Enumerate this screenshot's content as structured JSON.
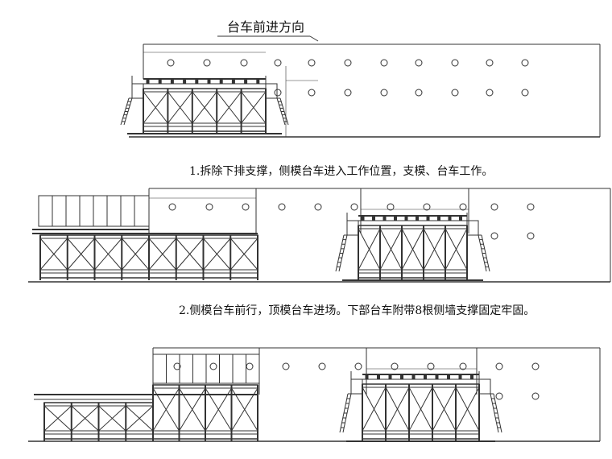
{
  "direction_label": "台车前进方向",
  "steps": [
    {
      "caption": "1.拆除下排支撑，侧模台车进入工作位置，支模、台车工作。"
    },
    {
      "caption": "2.侧模台车前行，顶模台车进场。下部台车附带8根侧墙支撑固定牢固。"
    }
  ],
  "colors": {
    "line": "#333333",
    "background": "#ffffff"
  }
}
